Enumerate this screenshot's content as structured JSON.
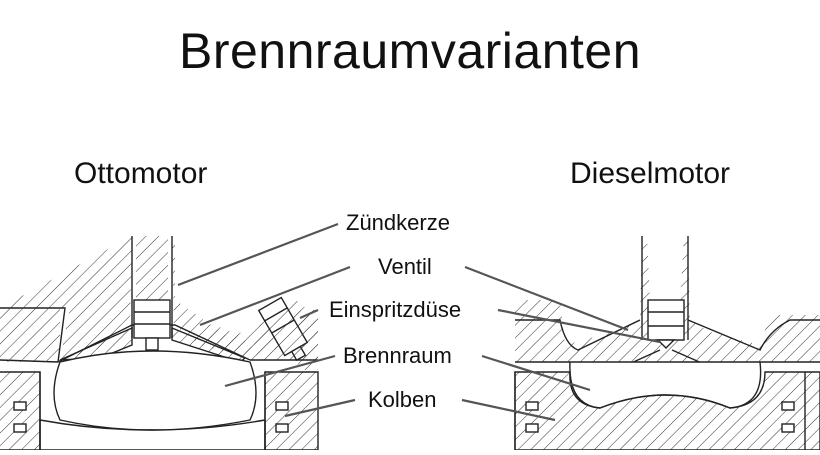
{
  "title": "Brennraumvarianten",
  "engines": {
    "otto": "Ottomotor",
    "diesel": "Dieselmotor"
  },
  "labels": {
    "spark_plug": "Zündkerze",
    "valve": "Ventil",
    "injector": "Einspritzdüse",
    "combustion_chamber": "Brennraum",
    "piston": "Kolben"
  },
  "colors": {
    "line": "#222222",
    "leader": "#555555"
  }
}
